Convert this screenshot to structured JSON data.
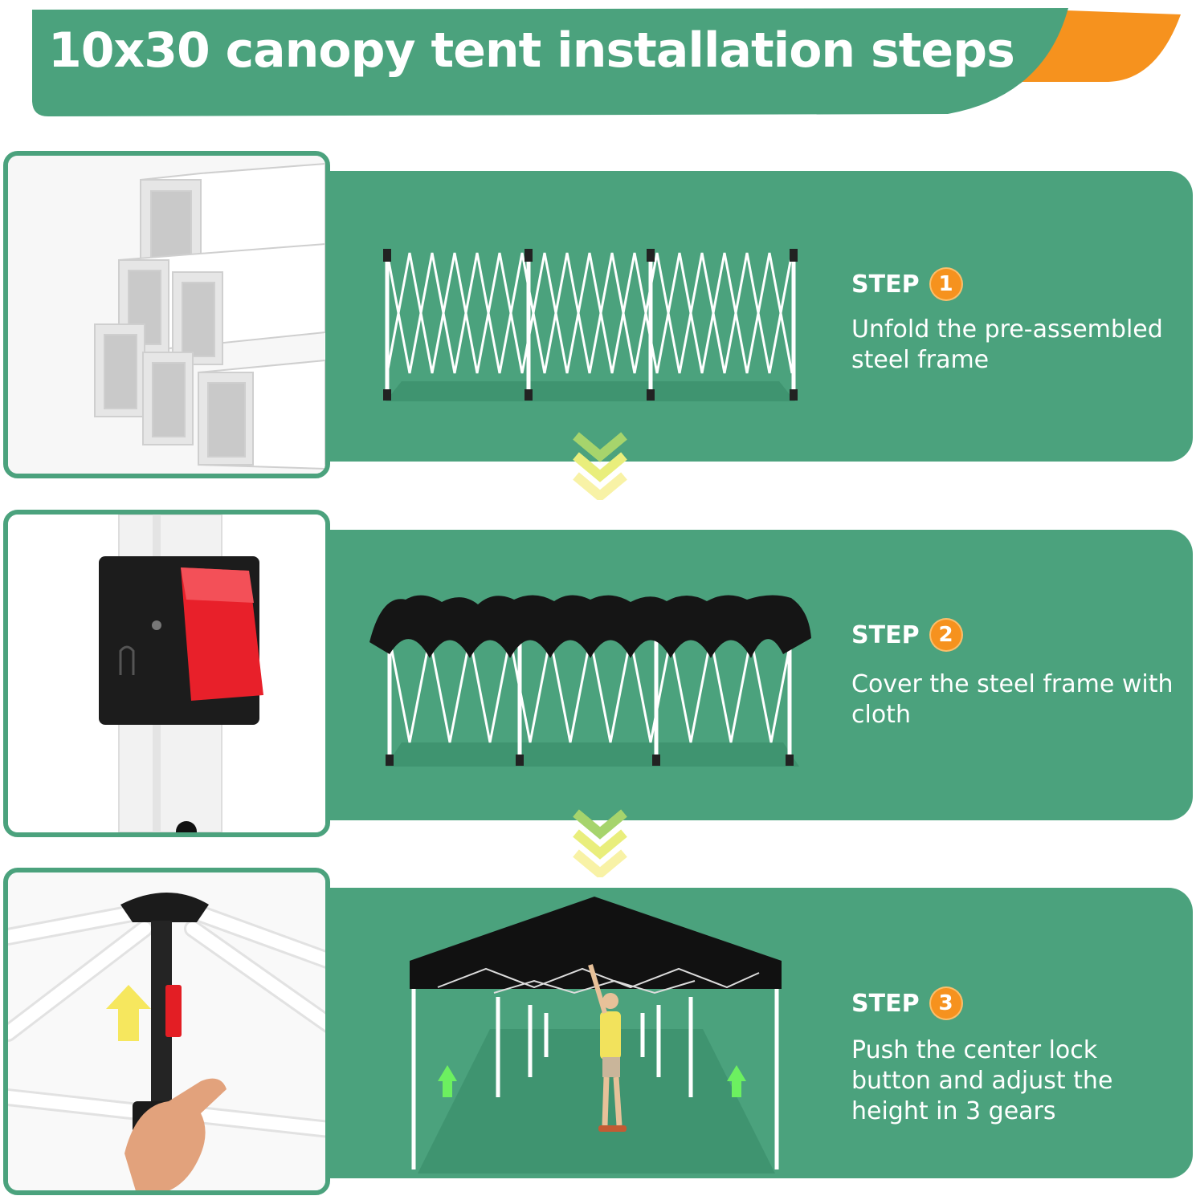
{
  "banner": {
    "title": "10x30 canopy tent installation steps"
  },
  "colors": {
    "brand_green": "#4ba27d",
    "accent_orange": "#f6921e",
    "chevron_yellow": "#f6ee7a"
  },
  "steps": [
    {
      "word": "STEP",
      "number": "1",
      "description": "Unfold the pre-assembled steel frame",
      "photo": "square-steel-tubes",
      "illustration": "folded-frame-icon"
    },
    {
      "word": "STEP",
      "number": "2",
      "description": "Cover the steel frame with cloth",
      "photo": "red-lock-button",
      "illustration": "frame-with-cloth-icon"
    },
    {
      "word": "STEP",
      "number": "3",
      "description": "Push the center lock button and adjust the height in 3 gears",
      "photo": "center-lock-push",
      "illustration": "open-canopy-tent-icon"
    }
  ]
}
